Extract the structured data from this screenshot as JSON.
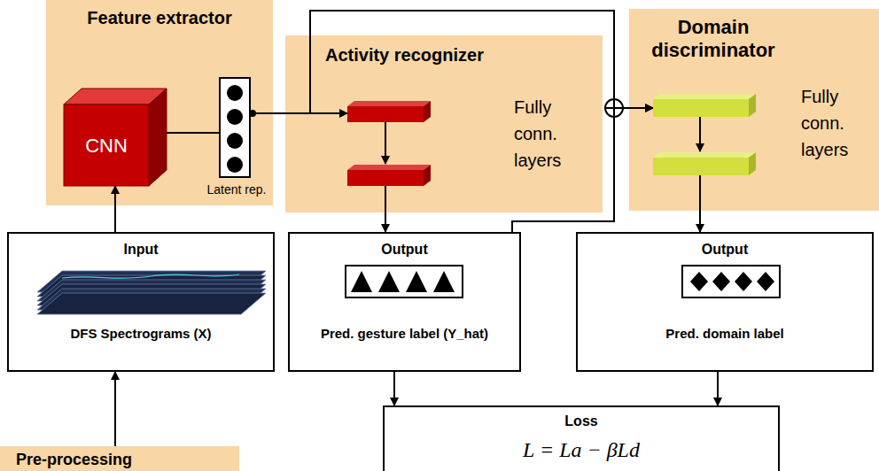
{
  "diagram": {
    "nodes": [
      {
        "text": [
          "Feature extractor"
        ]
      },
      {
        "text": [
          "CNN"
        ],
        "in": 0
      },
      {
        "text": [
          "Latent rep."
        ],
        "in": 0
      },
      {
        "text": [
          "Activity recognizer",
          "Fully conn. layers"
        ]
      },
      {
        "text": [
          "Domain discriminator",
          "Fully conn. layers"
        ]
      },
      {
        "text": [
          "Input",
          "DFS Spectrograms (X)"
        ]
      },
      {
        "text": [
          "Output",
          "Pred. gesture label (Y_hat)"
        ]
      },
      {
        "text": [
          "Output",
          "Pred. domain label"
        ]
      },
      {
        "text": [
          "Loss",
          "L = La − βLd"
        ]
      },
      {
        "text": [
          "Pre-processing"
        ]
      }
    ],
    "edges": [
      {
        "from": 9,
        "to": 5,
        "arrow": "to"
      },
      {
        "from": 5,
        "to": 1,
        "arrow": "to"
      },
      {
        "from": 1,
        "to": 2,
        "arrow": "none"
      },
      {
        "from": 2,
        "to": 3,
        "arrow": "to"
      },
      {
        "from": 2,
        "to": 4,
        "arrow": "to"
      },
      {
        "from": 3,
        "to": 6,
        "arrow": "to"
      },
      {
        "from": 6,
        "to": 4,
        "arrow": "to"
      },
      {
        "from": 4,
        "to": 7,
        "arrow": "to"
      },
      {
        "from": 6,
        "to": 8,
        "arrow": "to"
      },
      {
        "from": 7,
        "to": 8,
        "arrow": "to"
      }
    ]
  }
}
